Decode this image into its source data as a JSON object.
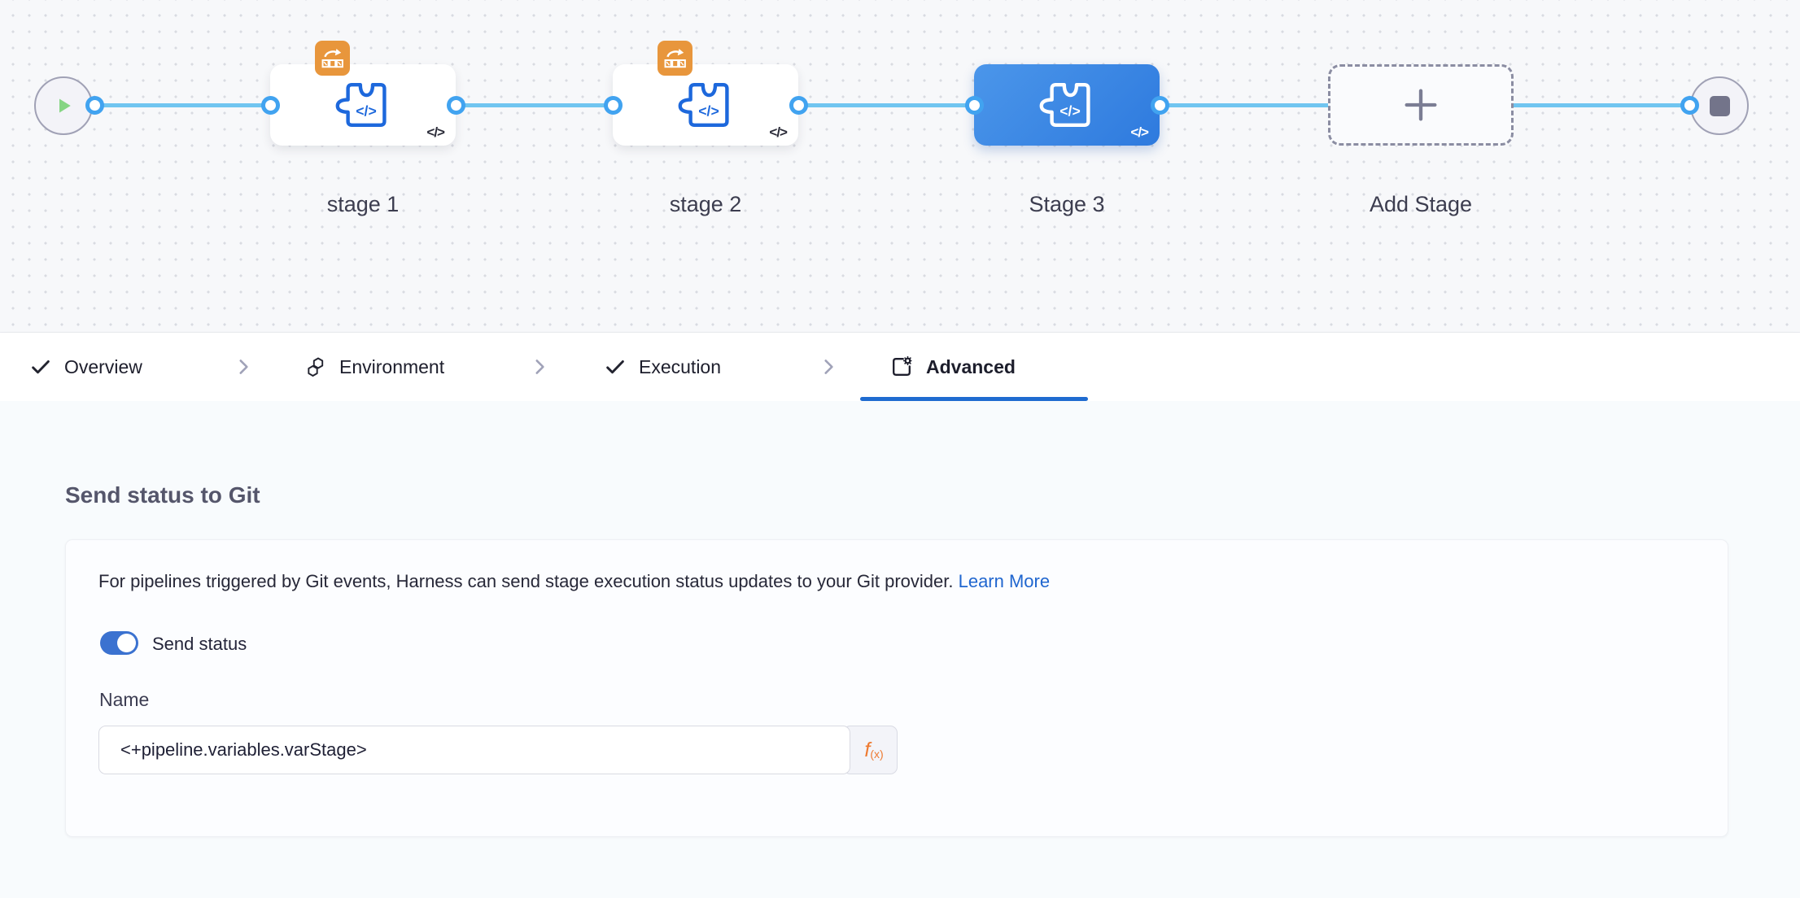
{
  "graph": {
    "code_glyph": "</>",
    "stages": [
      {
        "label": "stage 1",
        "selected": false,
        "has_type_badge": true
      },
      {
        "label": "stage 2",
        "selected": false,
        "has_type_badge": true
      },
      {
        "label": "Stage 3",
        "selected": true,
        "has_type_badge": false
      }
    ],
    "add_stage": {
      "label": "Add Stage",
      "plus": "+"
    }
  },
  "tabs": {
    "items": [
      {
        "label": "Overview",
        "icon": "check-icon",
        "active": false
      },
      {
        "label": "Environment",
        "icon": "environment-icon",
        "active": false
      },
      {
        "label": "Execution",
        "icon": "check-icon",
        "active": false
      },
      {
        "label": "Advanced",
        "icon": "advanced-gear-icon",
        "active": true
      }
    ]
  },
  "panel": {
    "heading": "Send status to Git",
    "description": "For pipelines triggered by Git events, Harness can send stage execution status updates to your Git provider.",
    "learn_more": "Learn More",
    "toggle_label": "Send status",
    "toggle_on": true,
    "name_label": "Name",
    "name_value": "<+pipeline.variables.varStage>",
    "expression_button_main": "f",
    "expression_button_sub": "(x)"
  },
  "colors": {
    "connector_blue": "#70c5f0",
    "port_ring_blue": "#41a3f0",
    "node_icon_blue": "#1d68dc",
    "selected_stage_start": "#4b96ea",
    "selected_stage_end": "#2e7ade",
    "badge_orange": "#e8963c",
    "active_tab_blue": "#1f6bd0",
    "toggle_blue": "#3b72d0",
    "link_blue": "#2066cf",
    "expression_orange": "#ee7a31",
    "play_green": "#85d583"
  }
}
